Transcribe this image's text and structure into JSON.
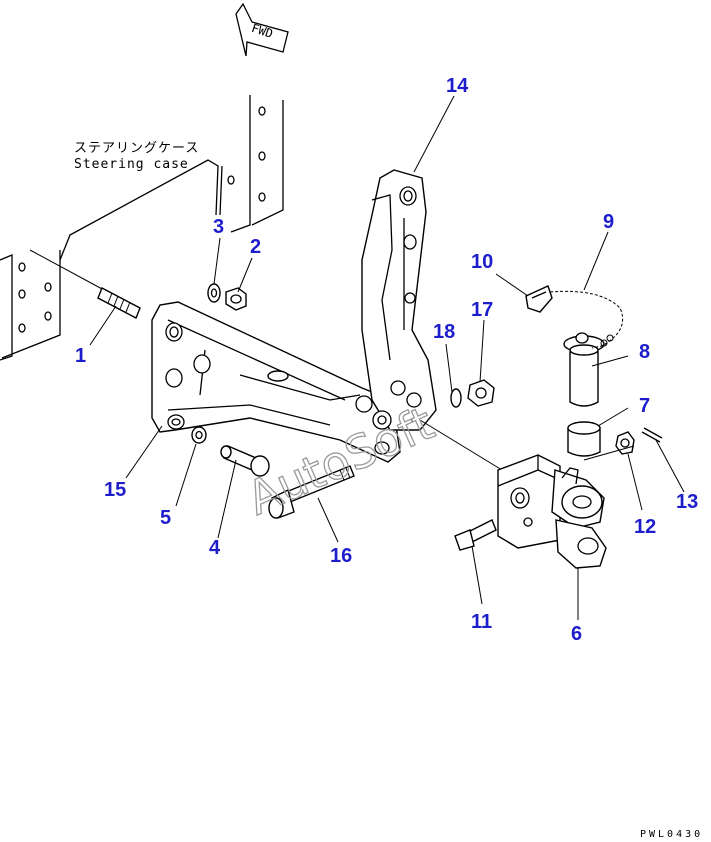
{
  "direction_label": "FWD",
  "note_jp": "ステアリングケース",
  "note_en": "Steering case",
  "watermark": "AutoSoft",
  "drawing_code": "PWL0430",
  "callouts": [
    "1",
    "2",
    "3",
    "4",
    "5",
    "6",
    "7",
    "8",
    "9",
    "10",
    "11",
    "12",
    "13",
    "14",
    "15",
    "16",
    "17",
    "18"
  ],
  "colors": {
    "callout": "#1d1dcc",
    "line": "#000000",
    "watermark": "#9a9a9a"
  }
}
